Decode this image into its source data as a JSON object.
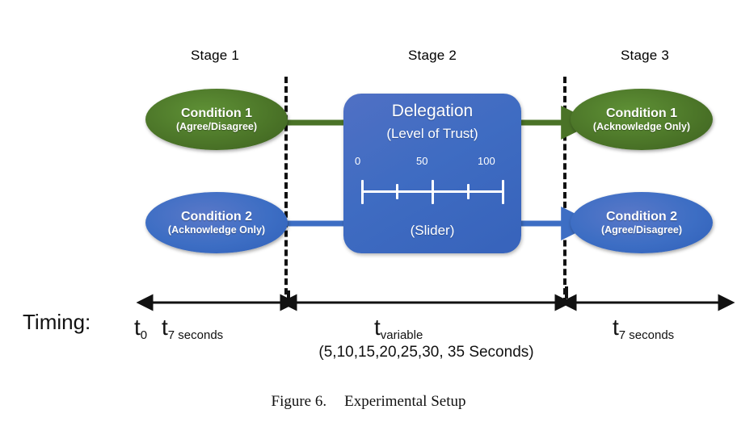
{
  "figure": {
    "caption_number": "Figure 6.",
    "caption_text": "Experimental Setup"
  },
  "stages": [
    {
      "id": "stage-1",
      "label": "Stage 1"
    },
    {
      "id": "stage-2",
      "label": "Stage 2"
    },
    {
      "id": "stage-3",
      "label": "Stage 3"
    }
  ],
  "nodes": {
    "cond1_stage1": {
      "title": "Condition 1",
      "subtitle": "(Agree/Disagree)",
      "color": "#4a7327"
    },
    "cond2_stage1": {
      "title": "Condition 2",
      "subtitle": "(Acknowledge Only)",
      "color": "#3d6ec4"
    },
    "cond1_stage3": {
      "title": "Condition 1",
      "subtitle": "(Acknowledge Only)",
      "color": "#4a7327"
    },
    "cond2_stage3": {
      "title": "Condition 2",
      "subtitle": "(Agree/Disagree)",
      "color": "#3d6ec4"
    }
  },
  "delegation": {
    "title": "Delegation",
    "subtitle": "(Level of Trust)",
    "slider_caption": "(Slider)",
    "slider": {
      "min_label": "0",
      "mid_label": "50",
      "max_label": "100",
      "min": 0,
      "max": 100,
      "major_ticks": [
        0,
        50,
        100
      ],
      "minor_ticks": [
        25,
        75
      ]
    },
    "box_color": "#3f6cc2"
  },
  "arrows": {
    "green_color": "#4a7327",
    "blue_color": "#3d6ec4",
    "timing_color": "#111111"
  },
  "timing": {
    "label": "Timing:",
    "t0": {
      "base": "t",
      "sub": "0"
    },
    "stage1_duration": {
      "base": "t",
      "sub": "7 seconds"
    },
    "stage2_duration": {
      "base": "t",
      "sub": "variable"
    },
    "stage2_detail": "(5,10,15,20,25,30, 35 Seconds)",
    "stage3_duration": {
      "base": "t",
      "sub": "7 seconds"
    }
  }
}
